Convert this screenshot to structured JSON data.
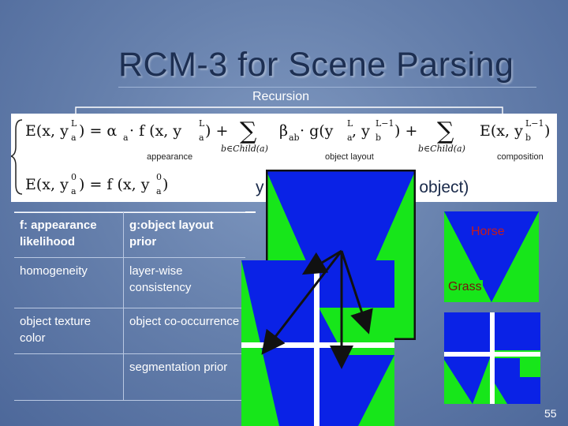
{
  "slide": {
    "title": "RCM-3 for Scene Parsing",
    "recursion_label": "Recursion",
    "page_number": "55"
  },
  "equations": {
    "line1": {
      "lhs": "E(x, y",
      "lhs_sup": "L",
      "lhs_sub": "a",
      "term1": ") = α",
      "term1_sub": "a",
      "term1b": " · f (x, y",
      "term1b_sup": "L",
      "term1b_sub": "a",
      "plus1": ") +",
      "sum_index": "b∈Child(a)",
      "beta": "β",
      "beta_sub": "ab",
      "g": " · g(y",
      "g_sup1": "L",
      "g_sub1": "a",
      "g_mid": ", y",
      "g_sup2": "L−1",
      "g_sub2": "b",
      "plus2": ") +",
      "e_rec": "E(x, y",
      "e_rec_sup": "L−1",
      "e_rec_sub": "b",
      "close": ")",
      "label_appearance": "appearance",
      "label_layout": "object  layout",
      "label_composition": "composition"
    },
    "line2": {
      "lhs": "E(x, y",
      "lhs_sup": "0",
      "lhs_sub": "a",
      "rhs": ") = f (x, y",
      "rhs_sup": "0",
      "rhs_sub": "a",
      "close": ")"
    }
  },
  "partially_hidden_text": {
    "left": "y",
    "right": "n, object)"
  },
  "factor_table": {
    "rows": [
      [
        "f: appearance likelihood",
        "g:object layout prior"
      ],
      [
        "homogeneity",
        "layer-wise consistency"
      ],
      [
        "object texture color",
        "object  co-occurrence"
      ],
      [
        "",
        "segmentation prior"
      ]
    ]
  },
  "tile_labels": {
    "horse": "Horse",
    "grass": "Grass"
  },
  "colors": {
    "blue": "#0a22e6",
    "green": "#17e61a",
    "label_red": "#c61b1b",
    "dark_arrow": "#111111"
  }
}
